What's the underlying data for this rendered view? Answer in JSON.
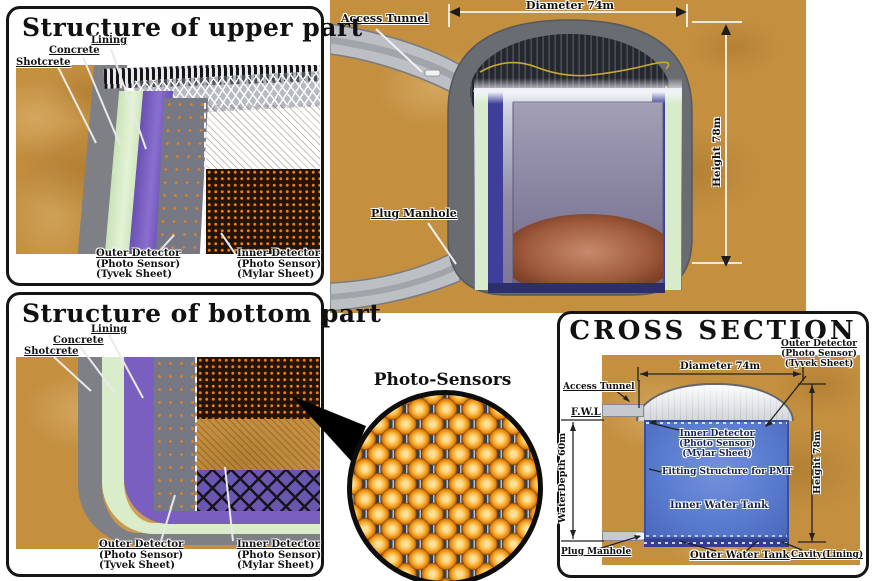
{
  "colors": {
    "rock": "#c49040",
    "concrete_gray": "#7f8086",
    "lining_green": "#d9edca",
    "purple": "#7a5fc0",
    "water_blue": "#5b7cce",
    "pmt_orange": "#f09020",
    "tank_gray": "#6b6e73",
    "yellow_ring": "#d9b93a"
  },
  "upper_panel": {
    "title": "Structure of upper part",
    "layers": {
      "lining": "Lining",
      "concrete": "Concrete",
      "shotcrete": "Shotcrete"
    },
    "outer_detector": {
      "l1": "Outer Detector",
      "l2": "(Photo Sensor)",
      "l3": "(Tyvek Sheet)"
    },
    "inner_detector": {
      "l1": "Inner Detector",
      "l2": "(Photo Sensor)",
      "l3": "(Mylar Sheet)"
    }
  },
  "bottom_panel": {
    "title": "Structure of bottom part",
    "layers": {
      "lining": "Lining",
      "concrete": "Concrete",
      "shotcrete": "Shotcrete"
    },
    "outer_detector": {
      "l1": "Outer Detector",
      "l2": "(Photo Sensor)",
      "l3": "(Tyvek Sheet)"
    },
    "inner_detector": {
      "l1": "Inner Detector",
      "l2": "(Photo Sensor)",
      "l3": "(Mylar Sheet)"
    }
  },
  "tank_view": {
    "access_tunnel": "Access Tunnel",
    "plug_manhole": "Plug Manhole",
    "diameter": "Diameter 74m",
    "height": "Height 78m"
  },
  "photo_sensors": {
    "title": "Photo-Sensors"
  },
  "cross_section": {
    "title": "CROSS SECTION",
    "access_tunnel": "Access Tunnel",
    "fwl": "F.W.L",
    "water_depth": "WaterDepth 60m",
    "plug_manhole": "Plug Manhole",
    "diameter": "Diameter 74m",
    "height": "Height 78m",
    "outer_detector": {
      "l1": "Outer Detector",
      "l2": "(Photo Sensor)",
      "l3": "(Tyvek Sheet)"
    },
    "inner_detector": {
      "l1": "Inner Detector",
      "l2": "(Photo Sensor)",
      "l3": "(Mylar Sheet)"
    },
    "fitting": "Fitting Structure for PMT",
    "inner_water_tank": "Inner Water Tank",
    "outer_water_tank": "Outer Water Tank",
    "cavity": "Cavity(Lining)"
  }
}
